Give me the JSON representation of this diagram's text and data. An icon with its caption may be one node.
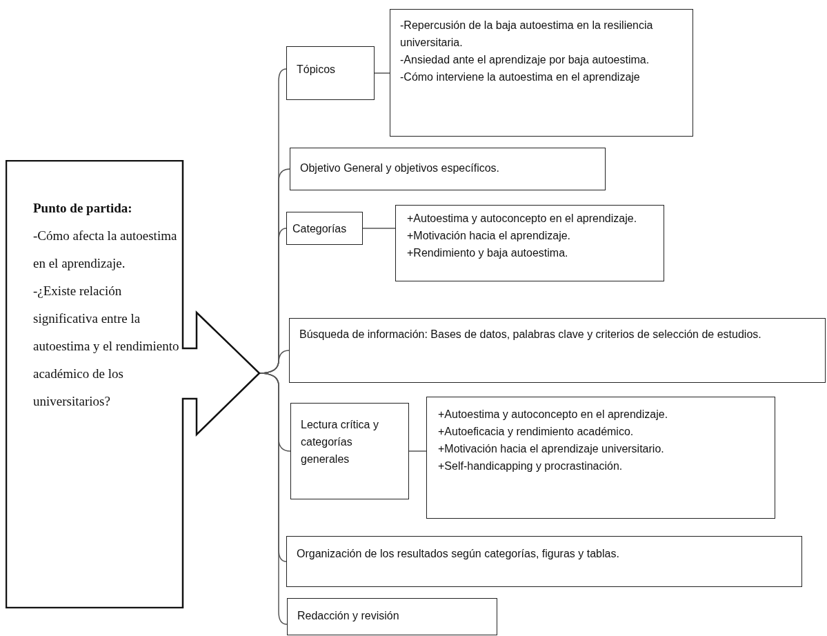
{
  "diagram": {
    "nodes": [
      {
        "text": [
          "Punto de partida:",
          "-Cómo afecta la autoestima en el aprendizaje.",
          "-¿Existe relación significativa entre la autoestima y el rendimiento académico de los universitarios?"
        ]
      },
      {
        "text": [
          "Tópicos"
        ]
      },
      {
        "text": [
          "-Repercusión de la baja autoestima en la resiliencia universitaria.",
          "-Ansiedad ante el aprendizaje por baja autoestima.",
          "-Cómo interviene la autoestima en el aprendizaje"
        ]
      },
      {
        "text": [
          "Objetivo General y objetivos específicos."
        ]
      },
      {
        "text": [
          "Categorías"
        ]
      },
      {
        "text": [
          "+Autoestima y autoconcepto en el aprendizaje.",
          "+Motivación hacia el aprendizaje.",
          "+Rendimiento y baja autoestima."
        ]
      },
      {
        "text": [
          "Búsqueda de información: Bases de datos, palabras clave y criterios de selección de estudios."
        ]
      },
      {
        "text": [
          "Lectura crítica y categorías generales"
        ]
      },
      {
        "text": [
          "+Autoestima y autoconcepto en el aprendizaje.",
          "+Autoeficacia y rendimiento académico.",
          "+Motivación hacia el aprendizaje universitario.",
          "+Self-handicapping y procrastinación."
        ]
      },
      {
        "text": [
          "Organización de los resultados según categorías, figuras y tablas."
        ]
      },
      {
        "text": [
          "Redacción y revisión"
        ]
      }
    ],
    "edges": [
      {
        "from": 0,
        "to": 1,
        "arrow": "none"
      },
      {
        "from": 0,
        "to": 3,
        "arrow": "none"
      },
      {
        "from": 0,
        "to": 4,
        "arrow": "none"
      },
      {
        "from": 0,
        "to": 6,
        "arrow": "none"
      },
      {
        "from": 0,
        "to": 7,
        "arrow": "none"
      },
      {
        "from": 0,
        "to": 9,
        "arrow": "none"
      },
      {
        "from": 0,
        "to": 10,
        "arrow": "none"
      },
      {
        "from": 1,
        "to": 2,
        "arrow": "none"
      },
      {
        "from": 4,
        "to": 5,
        "arrow": "none"
      },
      {
        "from": 7,
        "to": 8,
        "arrow": "none"
      }
    ]
  }
}
